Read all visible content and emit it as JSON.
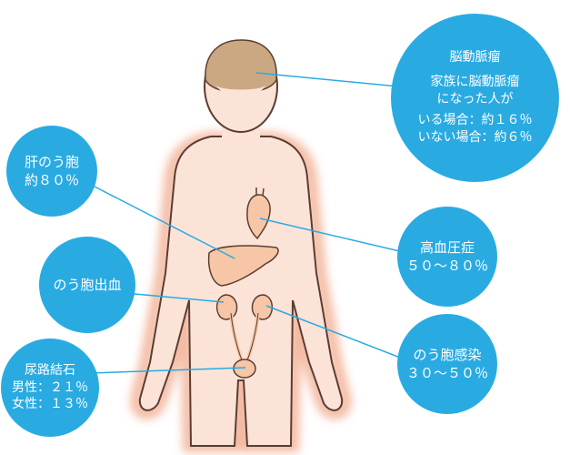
{
  "colors": {
    "bubble": "#29abe2",
    "skin": "#fce3d8",
    "outline": "#5a3d33",
    "glow": "#f3b49a",
    "hair": "#cba882",
    "organ": "#f6c6a6",
    "connector": "#29abe2"
  },
  "aneurysm": {
    "title": "脳動脈瘤",
    "line1": "家族に脳動脈瘤",
    "line2": "になった人が",
    "line3": "いる場合：約１６％",
    "line4": "いない場合：約６％"
  },
  "liver_cyst": {
    "title": "肝のう胞",
    "value": "約８０％"
  },
  "cyst_bleeding": {
    "title": "のう胞出血"
  },
  "urinary_stone": {
    "title": "尿路結石",
    "male": "男性：２１％",
    "female": "女性：１３％"
  },
  "hypertension": {
    "title": "高血圧症",
    "value": "５０～８０％"
  },
  "cyst_infection": {
    "title": "のう胞感染",
    "value": "３０～５０％"
  }
}
